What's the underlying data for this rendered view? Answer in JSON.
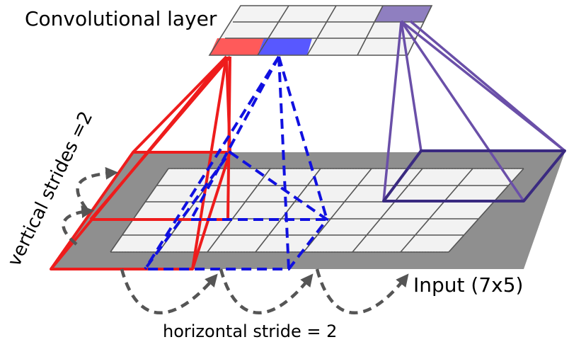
{
  "labels": {
    "conv_layer": "Convolutional layer",
    "input": "Input (7x5)",
    "horizontal_stride": "horizontal stride = 2",
    "vertical_strides": "vertical strides =2"
  },
  "colors": {
    "red": "#ee1c1c",
    "blue": "#1010e0",
    "purple": "#6a4fa8",
    "dark_purple": "#3a2a80",
    "input_border": "#8f8f8f",
    "cell": "#f2f2f2",
    "arrow": "#555555"
  }
}
